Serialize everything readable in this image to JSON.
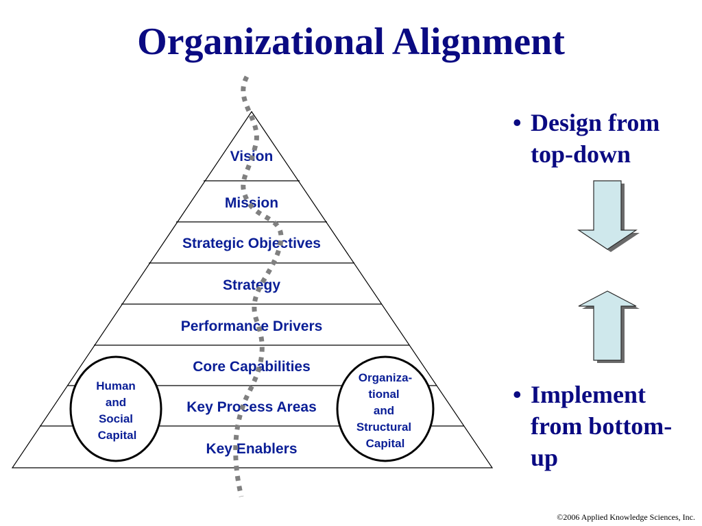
{
  "title": "Organizational Alignment",
  "pyramid": {
    "layers": [
      "Vision",
      "Mission",
      "Strategic Objectives",
      "Strategy",
      "Performance Drivers",
      "Core Capabilities",
      "Key Process Areas",
      "Key Enablers"
    ],
    "left_oval": [
      "Human",
      "and",
      "Social",
      "Capital"
    ],
    "right_oval": [
      "Organiza-",
      "tional",
      "and",
      "Structural",
      "Capital"
    ]
  },
  "bullets": {
    "top": {
      "marker": "•",
      "lines": [
        "Design from",
        "top-down"
      ]
    },
    "bottom": {
      "marker": "•",
      "lines": [
        "Implement",
        "from bottom-",
        "up"
      ]
    }
  },
  "footer": {
    "copyright": "©2006 Applied Knowledge Sciences, Inc."
  },
  "colors": {
    "title": "#0a0a82",
    "labels": "#0a1e96",
    "arrow_fill": "#cfe8ec",
    "wavy_line": "#808080"
  }
}
